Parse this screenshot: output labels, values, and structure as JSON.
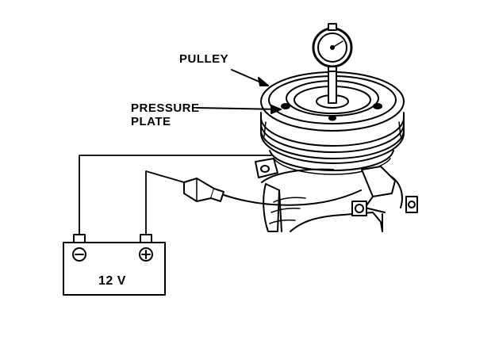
{
  "labels": {
    "pulley": "PULLEY",
    "pressure_plate_line1": "PRESSURE",
    "pressure_plate_line2": "PLATE",
    "battery_voltage": "12 V"
  },
  "battery": {
    "negative_symbol": "−",
    "positive_symbol": "+"
  },
  "colors": {
    "ink": "#000000",
    "paper": "#ffffff"
  }
}
